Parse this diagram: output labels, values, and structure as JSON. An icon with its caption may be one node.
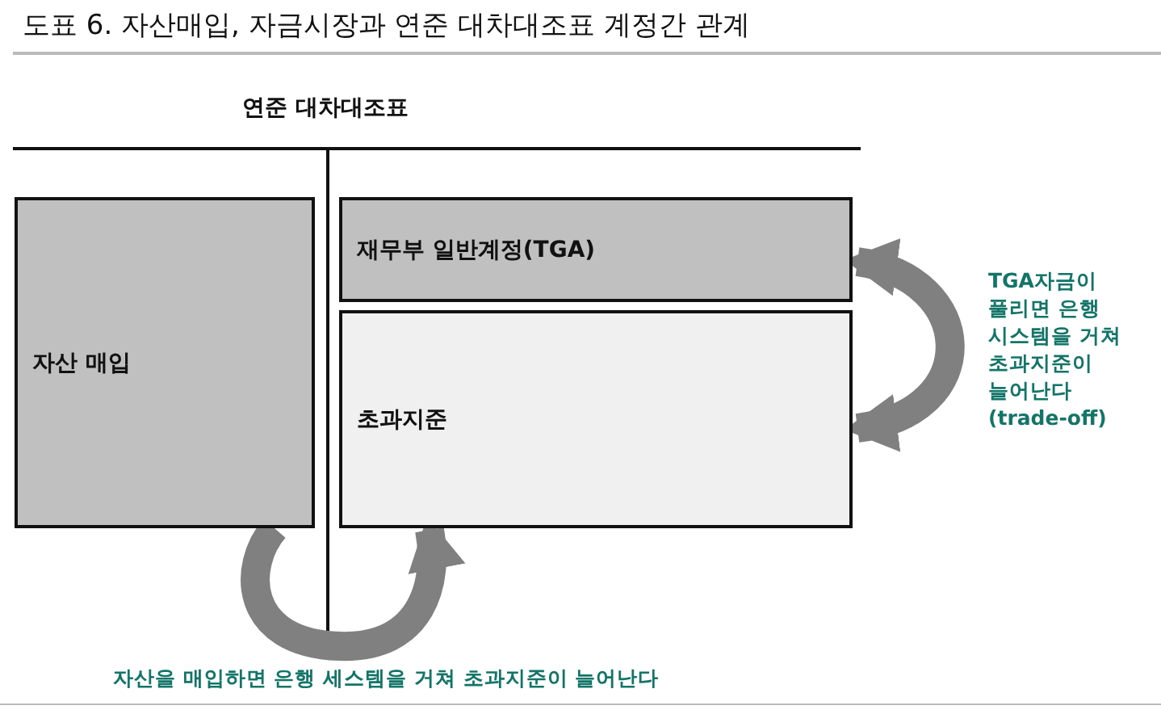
{
  "diagram": {
    "title": "도표 6. 자산매입, 자금시장과 연준 대차대조표 계정간 관계",
    "nodes": [
      {
        "text": [
          "자산 매입"
        ]
      },
      {
        "text": [
          "재무부 일반계정(TGA)"
        ]
      },
      {
        "text": [
          "초과지준"
        ]
      }
    ],
    "edges": [
      {
        "from": 0,
        "to": 2,
        "arrow": "to",
        "label": "자산을 매입하면 은행 세스템을 거쳐 초과지준이 늘어난다"
      },
      {
        "from": 1,
        "to": 2,
        "arrow": "both",
        "label": "TGA자금이 풀리면 은행 시스템을 거쳐 초과지준이 늘어난다 (trade-off)"
      }
    ],
    "labels": [
      "연준 대차대조표"
    ]
  }
}
